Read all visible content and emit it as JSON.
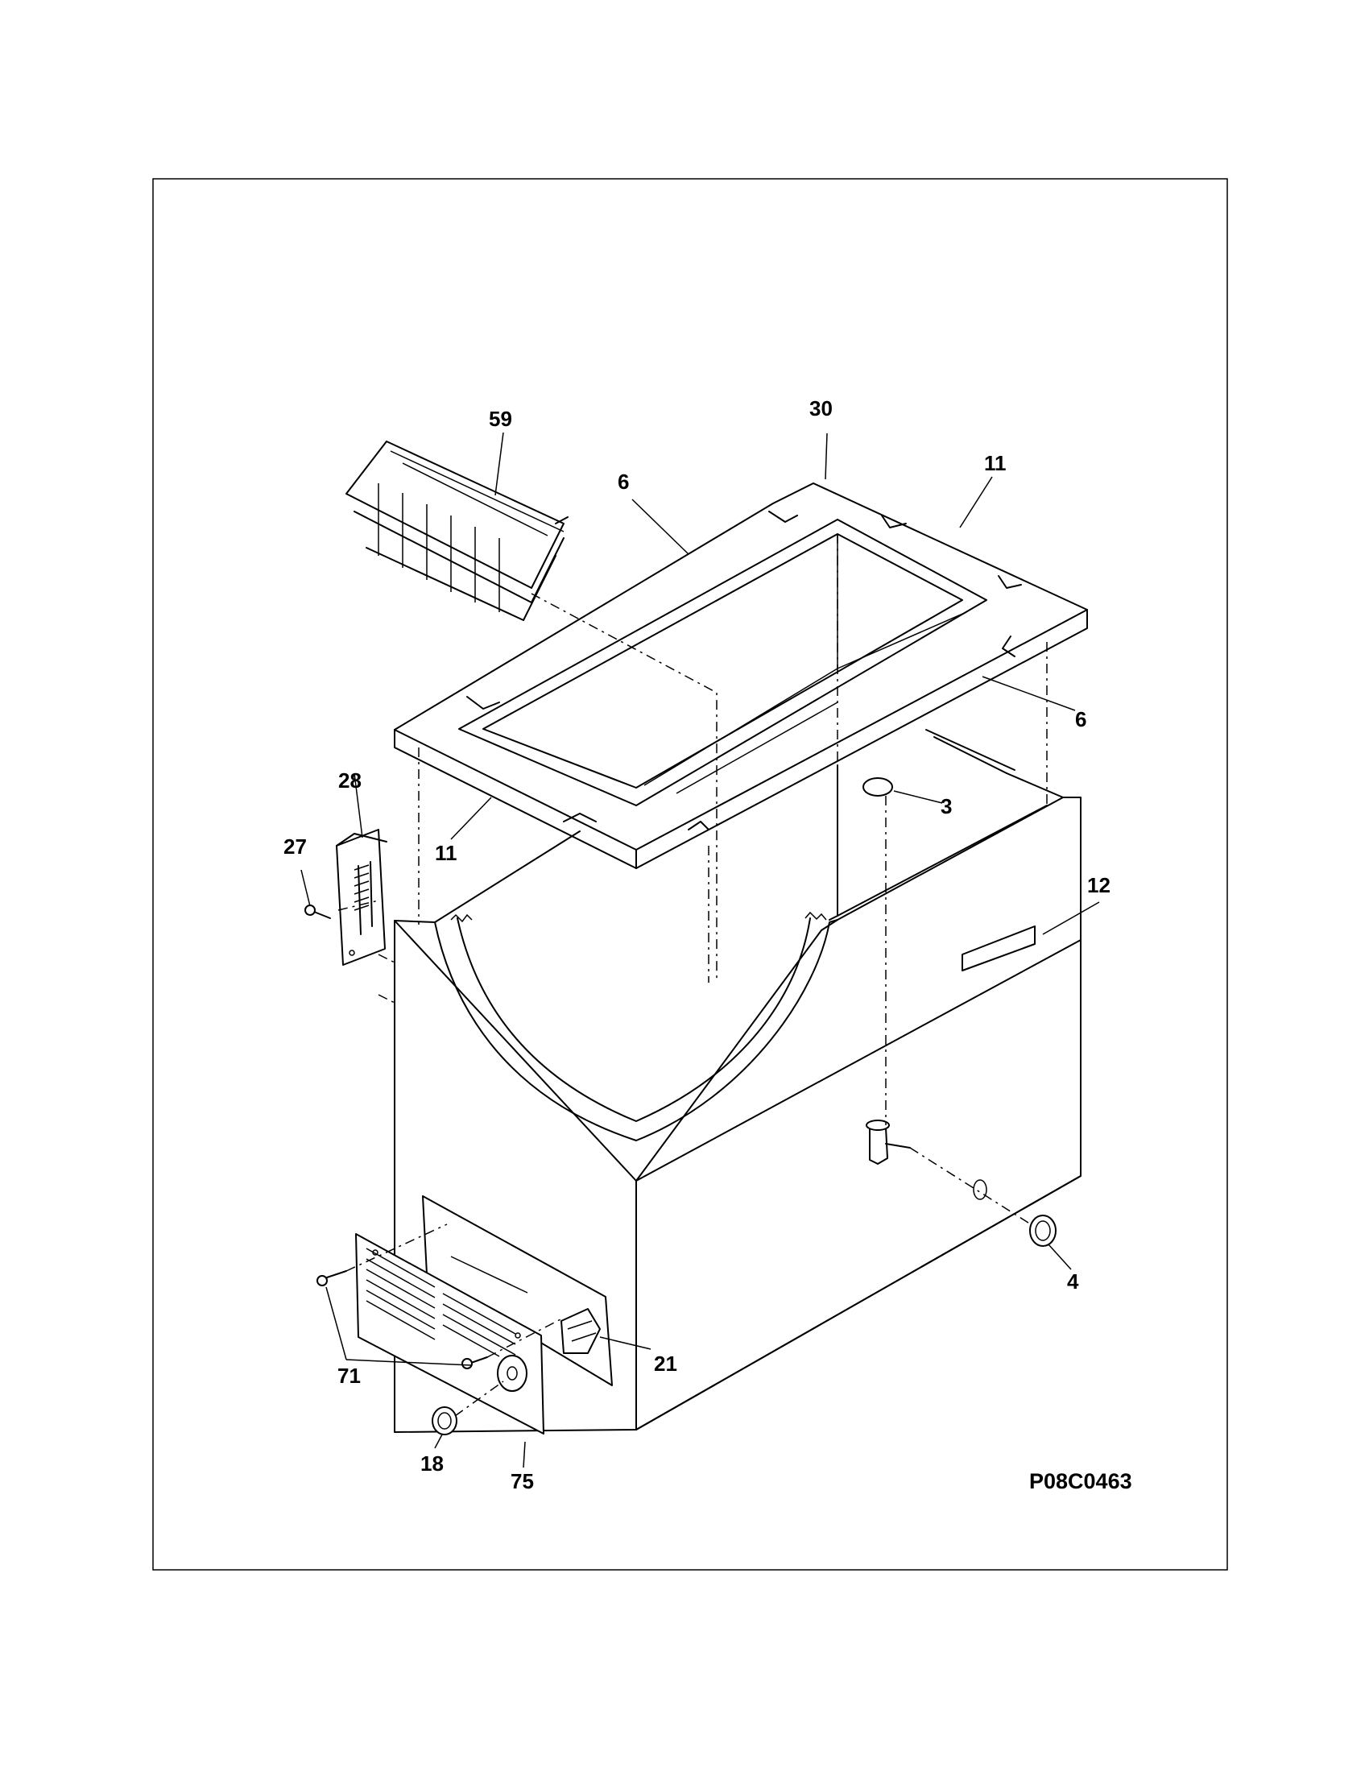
{
  "diagram_code": "P08C0463",
  "parts": {
    "basket": "59",
    "gasket_corner": "30",
    "gasket_side_right": "11",
    "gasket_side_top": "6",
    "gasket_side_bottom_right": "6",
    "gasket_side_left": "11",
    "hinge": "28",
    "hinge_screw": "27",
    "drain_plug": "3",
    "nameplate": "12",
    "drain_cap": "4",
    "switch": "21",
    "grille_screw": "71",
    "knob": "18",
    "grille": "75"
  }
}
